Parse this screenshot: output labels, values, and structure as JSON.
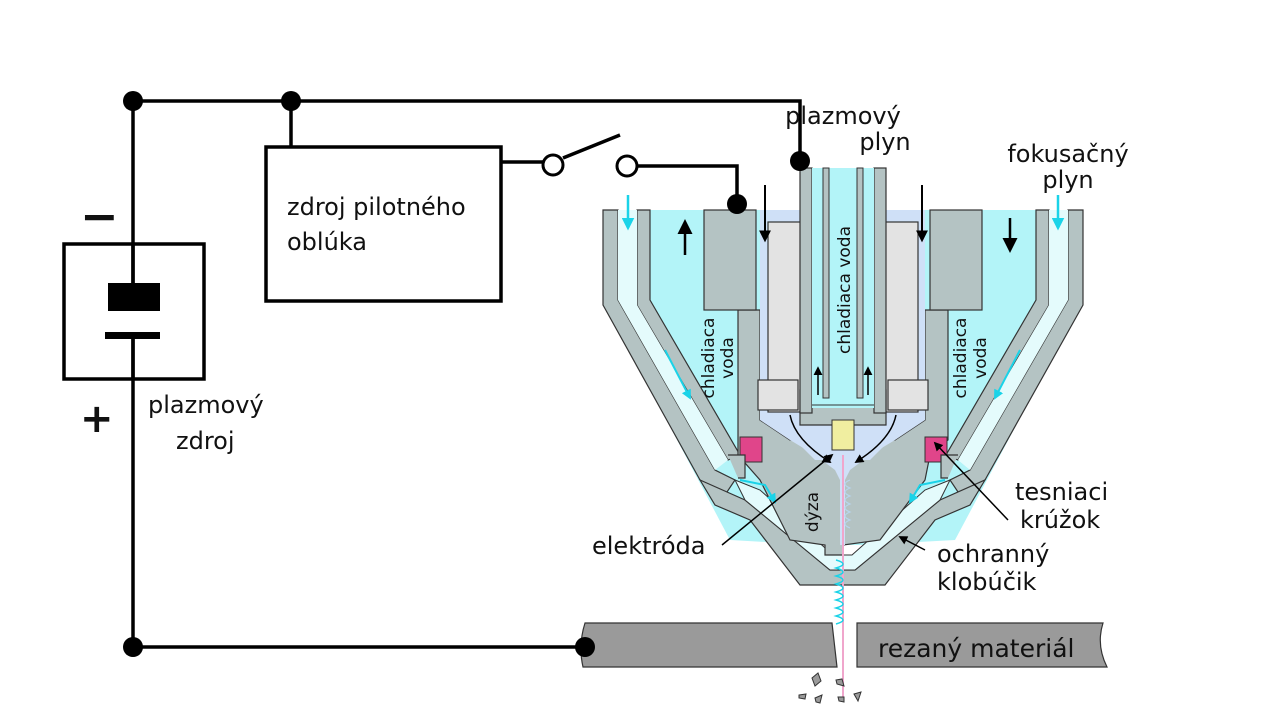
{
  "diagram": {
    "title": "Plazmové rezanie – schéma",
    "power_source": {
      "label_line1": "plazmový",
      "label_line2": "zdroj",
      "minus_symbol": "−",
      "plus_symbol": "+"
    },
    "pilot_arc_source": {
      "label_line1": "zdroj pilotného",
      "label_line2": "oblúka"
    },
    "torch_labels": {
      "plasma_gas_line1": "plazmový",
      "plasma_gas_line2": "plyn",
      "focus_gas_line1": "fokusačný",
      "focus_gas_line2": "plyn",
      "cooling_water_center": "chladiaca voda",
      "cooling_water_left_line1": "chladiaca",
      "cooling_water_left_line2": "voda",
      "cooling_water_right_line1": "chladiaca",
      "cooling_water_right_line2": "voda",
      "nozzle": "dýza",
      "electrode": "elektróda",
      "seal_ring_line1": "tesniaci",
      "seal_ring_line2": "krúžok",
      "shield_cap_line1": "ochranný",
      "shield_cap_line2": "klobúčik",
      "workpiece": "rezaný materiál"
    },
    "colors": {
      "wire": "#000000",
      "metal": "#b4c3c3",
      "metal_dark": "#9aa9a9",
      "water": "#b3f4f8",
      "gas": "#cfe0f7",
      "inner_gray": "#e3e3e3",
      "seal": "#e0458a",
      "electrode_tip": "#f0eea0",
      "focus_arrow": "#1ad3e8",
      "plasma": "#f0a6cc",
      "workpiece": "#9a9a9a"
    }
  }
}
